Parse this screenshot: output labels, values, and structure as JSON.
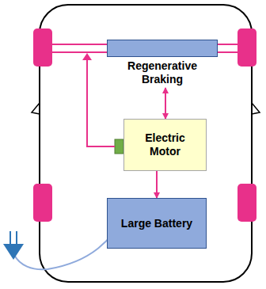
{
  "diagram": {
    "nodes": [
      {
        "text": [
          "Regenerative Braking"
        ]
      },
      {
        "text": [
          "Electric Motor"
        ]
      },
      {
        "text": [
          "Large Battery"
        ]
      }
    ],
    "edges": [
      {
        "from": 0,
        "to": 1,
        "arrow": "both"
      },
      {
        "from": 1,
        "to": 2,
        "arrow": "to"
      }
    ]
  }
}
